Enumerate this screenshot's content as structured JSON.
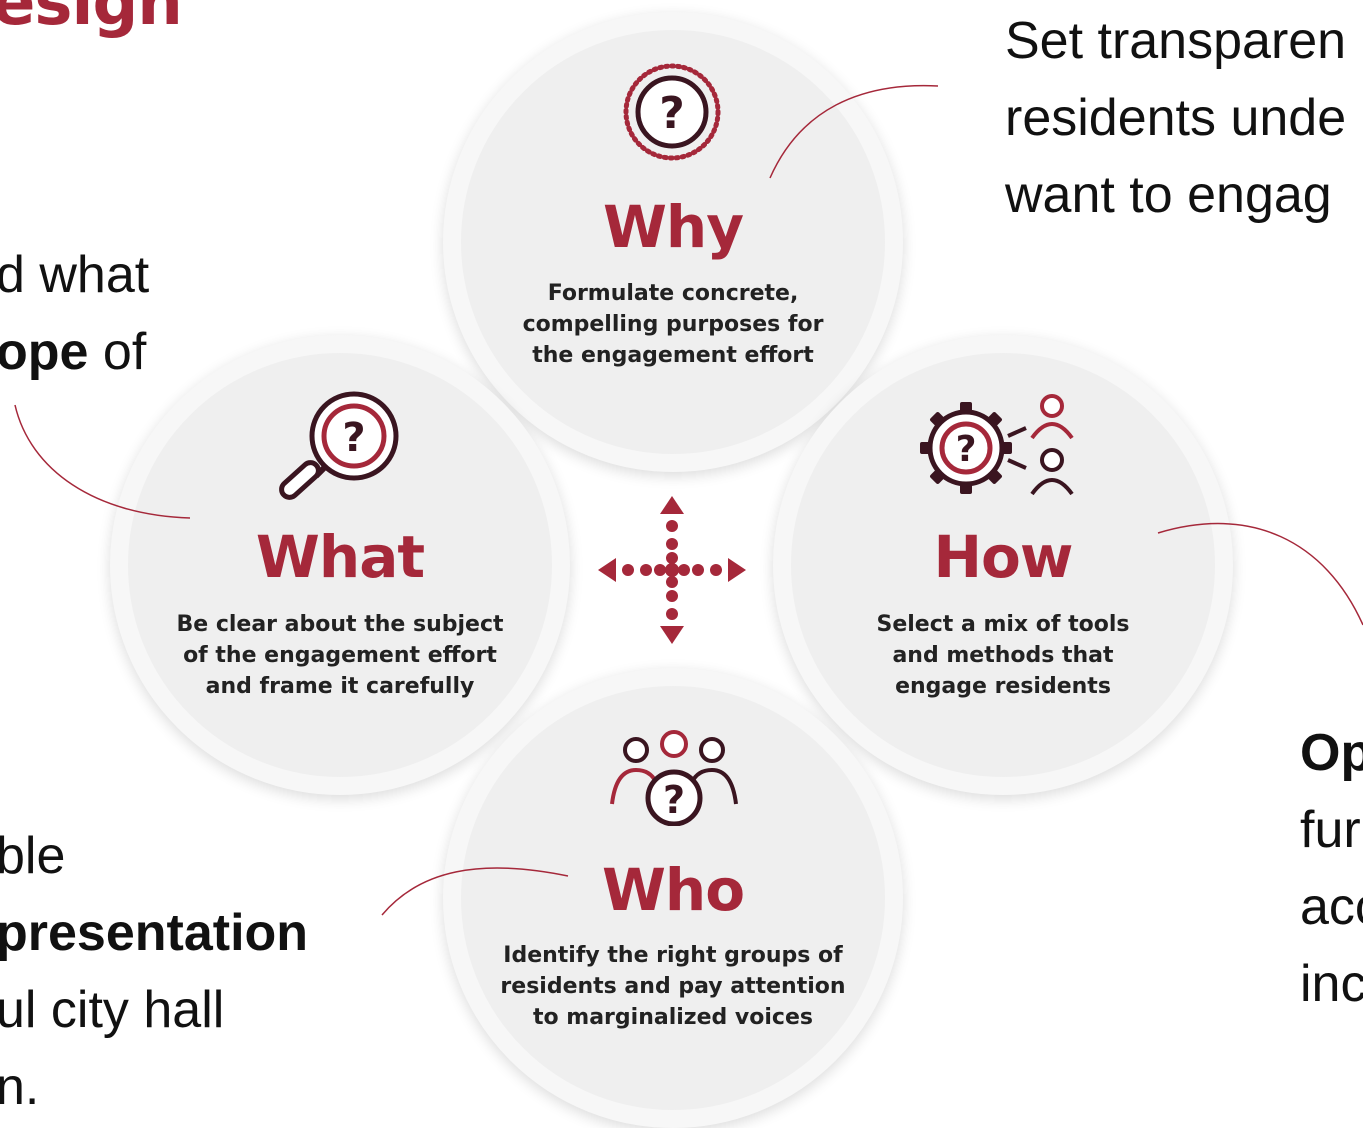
{
  "title": "esign",
  "left_top": {
    "line1": "d what",
    "line2_bold": "ope",
    "line2_rest": " of"
  },
  "left_bottom": {
    "line1": "ble",
    "line2_bold": "presentation",
    "line3": "ul city hall",
    "line4": "n."
  },
  "right_top": {
    "line1": "Set transparen",
    "line2": "residents unde",
    "line3": "want to engag"
  },
  "right_bottom": {
    "line1_bold": "Op",
    "line2": "fur",
    "line3": "acc",
    "line4": "inc"
  },
  "circles": {
    "why": {
      "title": "Why",
      "desc": [
        "Formulate concrete,",
        "compelling purposes for",
        "the engagement effort"
      ],
      "icon": "question-dotted-circle-icon"
    },
    "what": {
      "title": "What",
      "desc": [
        "Be clear about the subject",
        "of the engagement effort",
        "and frame it carefully"
      ],
      "icon": "magnifier-question-icon"
    },
    "how": {
      "title": "How",
      "desc": [
        "Select a mix of tools",
        "and methods that",
        "engage residents"
      ],
      "icon": "gear-people-icon"
    },
    "who": {
      "title": "Who",
      "desc": [
        "Identify the right groups of",
        "residents and pay attention",
        "to marginalized voices"
      ],
      "icon": "people-group-icon"
    }
  },
  "colors": {
    "accent": "#a5283a",
    "dark": "#3a1520",
    "circle": "#efefef",
    "text": "#111111"
  }
}
